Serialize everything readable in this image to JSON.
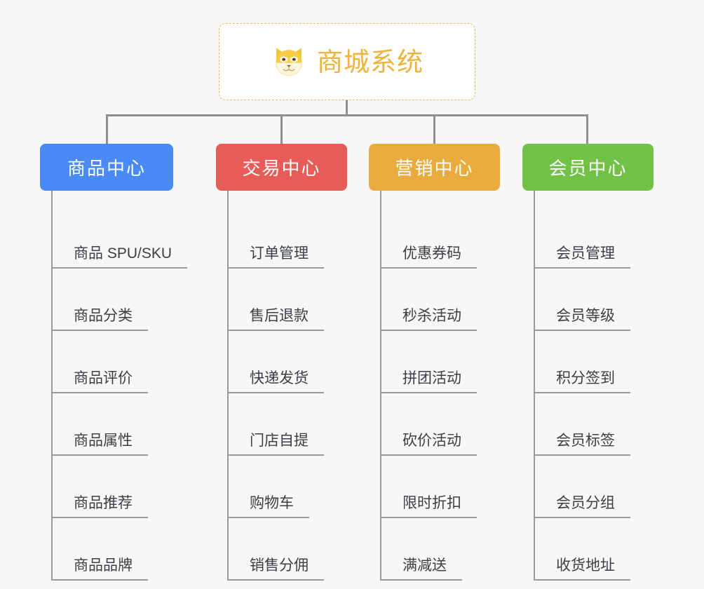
{
  "page": {
    "background_color": "#f7f7f7",
    "diagram_type": "organization-tree"
  },
  "root": {
    "title": "商城系统",
    "icon": "shiba-dog-face-icon",
    "text_color": "#edb33c",
    "border_color": "#e8b860",
    "background_color": "#ffffff"
  },
  "connector": {
    "color": "#8f8f8f"
  },
  "columns": [
    {
      "id": "product-center",
      "header": "商品中心",
      "color": "#4a8af4",
      "items": [
        "商品 SPU/SKU",
        "商品分类",
        "商品评价",
        "商品属性",
        "商品推荐",
        "商品品牌"
      ]
    },
    {
      "id": "trade-center",
      "header": "交易中心",
      "color": "#e85c58",
      "items": [
        "订单管理",
        "售后退款",
        "快递发货",
        "门店自提",
        "购物车",
        "销售分佣"
      ]
    },
    {
      "id": "marketing-center",
      "header": "营销中心",
      "color": "#e9ab3e",
      "items": [
        "优惠券码",
        "秒杀活动",
        "拼团活动",
        "砍价活动",
        "限时折扣",
        "满减送"
      ]
    },
    {
      "id": "member-center",
      "header": "会员中心",
      "color": "#72c247",
      "items": [
        "会员管理",
        "会员等级",
        "积分签到",
        "会员标签",
        "会员分组",
        "收货地址"
      ]
    }
  ]
}
